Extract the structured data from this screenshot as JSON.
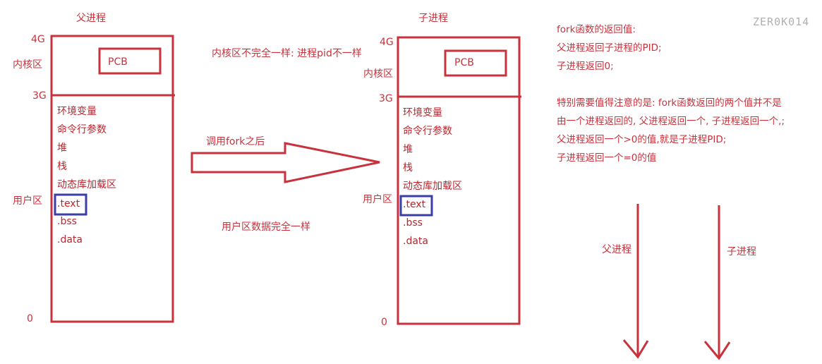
{
  "watermark": "ZER0K014",
  "colors": {
    "red": "#c8323c",
    "blue": "#3a3ea6",
    "watermark": "#b0b0b0"
  },
  "parent": {
    "title": "父进程",
    "addr_top": "4G",
    "addr_split": "3G",
    "addr_bottom": "0",
    "kernel_label": "内核区",
    "user_label": "用户区",
    "pcb": "PCB",
    "segments": [
      "环境变量",
      "命令行参数",
      "堆",
      "栈",
      "动态库加载区",
      ".text",
      ".bss",
      ".data"
    ]
  },
  "child": {
    "title": "子进程",
    "addr_top": "4G",
    "addr_split": "3G",
    "addr_bottom": "0",
    "kernel_label": "内核区",
    "user_label": "用户区",
    "pcb": "PCB",
    "segments": [
      "环境变量",
      "命令行参数",
      "堆",
      "栈",
      "动态库加载区",
      ".text",
      ".bss",
      ".data"
    ]
  },
  "middle": {
    "kernel_note": "内核区不完全一样: 进程pid不一样",
    "arrow_label": "调用fork之后",
    "user_note": "用户区数据完全一样"
  },
  "notes": {
    "lines": [
      "fork函数的返回值:",
      "父进程返回子进程的PID;",
      "子进程返回0;",
      "",
      "特别需要值得注意的是: fork函数返回的两个值并不是",
      "由一个进程返回的, 父进程返回一个, 子进程返回一个,;",
      "父进程返回一个>0的值,就是子进程PID;",
      "子进程返回一个=0的值"
    ]
  },
  "timeline": {
    "parent_label": "父进程",
    "child_label": "子进程"
  }
}
